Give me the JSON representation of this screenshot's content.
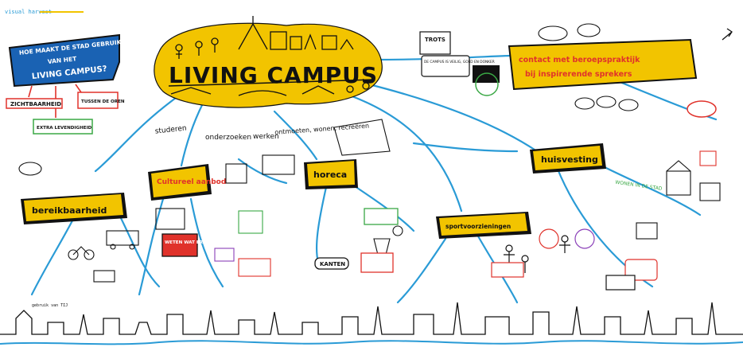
{
  "header": {
    "credit": "visual harvest"
  },
  "colors": {
    "yellow": "#f2c400",
    "blue": "#2a9bd6",
    "dark_blue": "#1a62b3",
    "red": "#e0322b",
    "green": "#3aa845",
    "purple": "#8a3fb8",
    "ink": "#111111"
  },
  "question": {
    "line1": "HOE MAAKT DE STAD GEBRUIK",
    "line2": "VAN HET",
    "line3": "LIVING CAMPUS?"
  },
  "outcomes": {
    "zichtbaarheid": "ZICHTBAARHEID",
    "tussen_de_oren": "TUSSEN DE OREN",
    "extra_levendigheid": "EXTRA LEVENDIGHEID"
  },
  "main_title": "LIVING CAMPUS",
  "subtitles": {
    "studeren": "studeren",
    "onderzoeken": "onderzoeken",
    "werken": "werken",
    "ontmoeten": "ontmoeten, wonen, recreëren"
  },
  "small_notes": {
    "trots": "TROTS",
    "campus_is_veilig": "DE CAMPUS IS VEILIG, GOED EN DONKER",
    "kanten": "KANTEN",
    "weten_wat_er_speelt": "WETEN WAT ER SPEELT",
    "reisplanner": "gebruik van TIJ"
  },
  "branches": {
    "bereikbaarheid": "bereikbaarheid",
    "cultureel_aanbod": "Cultureel aanbod",
    "horeca": "horeca",
    "sportvoorzieningen": "sportvoorzieningen",
    "huisvesting": "huisvesting",
    "contact_line1": "contact met beroepspraktijk",
    "contact_line2": "bij inspirerende sprekers"
  },
  "icons": [
    "city-skyline-icon",
    "people-icon",
    "building-icon",
    "bike-icon",
    "train-icon",
    "speech-bubble-icon"
  ]
}
